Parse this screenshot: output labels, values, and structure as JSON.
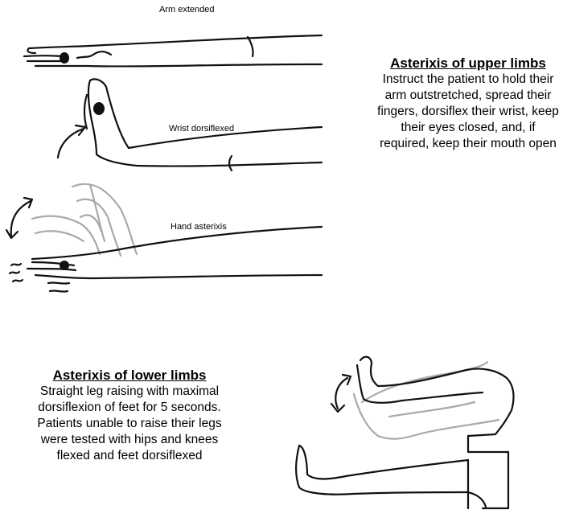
{
  "upper": {
    "labels": {
      "arm_extended": "Arm extended",
      "wrist_dorsiflexed": "Wrist dorsiflexed",
      "hand_asterixis": "Hand asterixis"
    },
    "title": "Asterixis of upper limbs",
    "instructions": "Instruct the patient to hold their arm outstretched, spread their fingers, dorsiflex their wrist, keep their eyes closed, and, if required, keep their mouth open"
  },
  "lower": {
    "title": "Asterixis of lower limbs",
    "instructions": "Straight leg raising with maximal dorsiflexion of feet for 5 seconds. Patients unable to raise their legs were tested with hips and knees flexed and feet dorsiflexed"
  },
  "colors": {
    "ink": "#111111",
    "ghost": "#a9a9a9"
  }
}
